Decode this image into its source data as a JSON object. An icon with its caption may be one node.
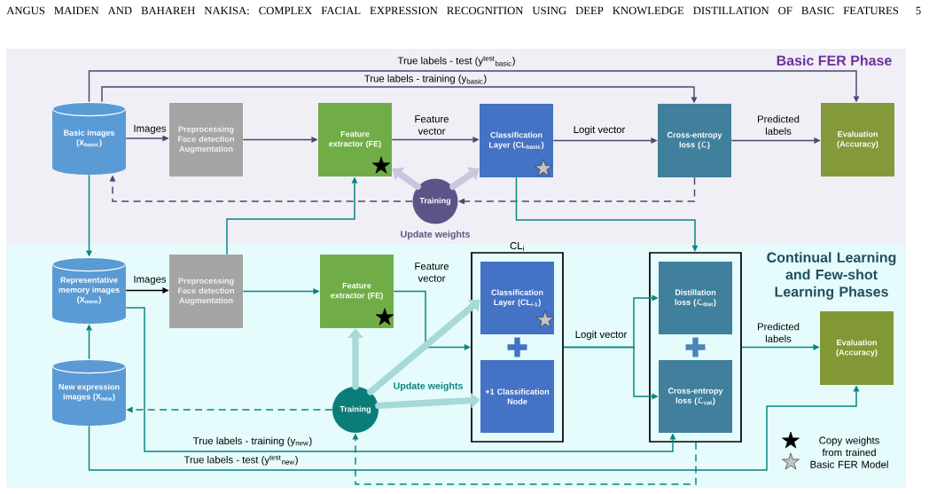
{
  "diagram": {
    "nodes": [
      {
        "text": [
          "Basic FER Phase"
        ]
      },
      {
        "text": [
          "Basic images (X$_{basic}$)"
        ],
        "in": 0
      },
      {
        "text": [
          "Preprocessing Face detection Augmentation"
        ],
        "in": 0
      },
      {
        "text": [
          "Feature extractor (FE)"
        ],
        "in": 0
      },
      {
        "text": [
          "Classification Layer (CL$_{basic}$)"
        ],
        "in": 0
      },
      {
        "text": [
          "Cross-entropy loss (ℒ)"
        ],
        "in": 0
      },
      {
        "text": [
          "Evaluation (Accuracy)"
        ],
        "in": 0
      },
      {
        "text": [
          "Training"
        ],
        "beside": [
          "Update weights"
        ],
        "in": 0
      },
      {
        "text": [
          "Continual Learning and Few-shot Learning Phases"
        ]
      },
      {
        "text": [
          "Representative memory images (X$_{mem}$)"
        ],
        "in": 8
      },
      {
        "text": [
          "Preprocessing Face detection Augmentation"
        ],
        "in": 8
      },
      {
        "text": [
          "Feature extractor (FE)"
        ],
        "in": 8
      },
      {
        "text": [
          "CL$_{i}$"
        ],
        "in": 8
      },
      {
        "text": [
          "Classification Layer (CL$_{i-1}$)"
        ],
        "in": 12
      },
      {
        "text": [
          "+1 Classification Node"
        ],
        "in": 12
      },
      {
        "text": [],
        "shape": "box",
        "in": 8
      },
      {
        "text": [
          "Distillation loss (ℒ$_{dist}$)"
        ],
        "in": 15
      },
      {
        "text": [
          "Cross-entropy loss (ℒ$_{cat}$)"
        ],
        "in": 15
      },
      {
        "text": [
          "Evaluation (Accuracy)"
        ],
        "in": 8
      },
      {
        "text": [
          "New expression images (X$_{new}$)"
        ],
        "in": 8
      },
      {
        "text": [
          "Training"
        ],
        "beside": [
          "Update weights"
        ],
        "in": 8
      }
    ],
    "edges": [
      {
        "from": 1,
        "to": 2,
        "arrow": "to",
        "label": "Images",
        "color": "#4b4672"
      },
      {
        "from": 2,
        "to": 3,
        "arrow": "to",
        "color": "#4b4672"
      },
      {
        "from": 3,
        "to": 4,
        "arrow": "to",
        "label": "Feature vector",
        "color": "#4b4672"
      },
      {
        "from": 4,
        "to": 5,
        "arrow": "to",
        "label": "Logit vector",
        "color": "#4b4672"
      },
      {
        "from": 5,
        "to": 6,
        "arrow": "to",
        "label": "Predicted labels",
        "color": "#4b4672"
      },
      {
        "from": 1,
        "to": 6,
        "arrow": "to",
        "label": "True labels - test (y$^{test}$$_{basic}$)",
        "color": "#4b4672"
      },
      {
        "from": 1,
        "to": 5,
        "arrow": "to",
        "label": "True labels - training (y$_{basic}$)",
        "color": "#4b4672"
      },
      {
        "from": 5,
        "to": 7,
        "arrow": "to",
        "style": "dashed",
        "color": "#4b4672"
      },
      {
        "from": 7,
        "to": 1,
        "arrow": "to",
        "style": "dashed",
        "color": "#4b4672"
      },
      {
        "from": 7,
        "to": 3,
        "arrow": "to",
        "style": "thick",
        "color": "#c9c6de"
      },
      {
        "from": 7,
        "to": 4,
        "arrow": "to",
        "style": "thick",
        "color": "#c9c6de"
      },
      {
        "from": 1,
        "to": 9,
        "arrow": "to"
      },
      {
        "from": 10,
        "to": 3,
        "arrow": "to"
      },
      {
        "from": 9,
        "to": 10,
        "arrow": "to",
        "label": "Images",
        "color": "#000000"
      },
      {
        "from": 10,
        "to": 11,
        "arrow": "to"
      },
      {
        "from": 11,
        "to": 12,
        "arrow": "to",
        "label": "Feature vector"
      },
      {
        "from": 12,
        "to": 16,
        "arrow": "to",
        "label": "Logit vector"
      },
      {
        "from": 12,
        "to": 17,
        "arrow": "to"
      },
      {
        "from": 15,
        "to": 18,
        "arrow": "to",
        "label": "Predicted labels"
      },
      {
        "from": 4,
        "to": 15,
        "arrow": "to"
      },
      {
        "from": 19,
        "to": 9,
        "arrow": "to"
      },
      {
        "from": 20,
        "to": 19,
        "arrow": "to",
        "style": "dashed"
      },
      {
        "from": 20,
        "to": 11,
        "arrow": "to",
        "style": "thick",
        "color": "#a7d9d8"
      },
      {
        "from": 20,
        "to": 13,
        "arrow": "to",
        "style": "thick",
        "color": "#a7d9d8"
      },
      {
        "from": 20,
        "to": 14,
        "arrow": "to",
        "style": "thick",
        "color": "#a7d9d8"
      },
      {
        "from": 9,
        "to": 17,
        "arrow": "to",
        "label": "True labels - training (y$_{new}$)"
      },
      {
        "from": 19,
        "to": 18,
        "arrow": "to",
        "label": "True labels - test (y$^{test}$$_{new}$)"
      },
      {
        "from": 15,
        "to": 20,
        "arrow": "to",
        "style": "dashed"
      }
    ],
    "labels": [
      "ANGUS MAIDEN AND BAHAREH NAKISA: COMPLEX FACIAL EXPRESSION RECOGNITION USING DEEP KNOWLEDGE DISTILLATION OF BASIC FEATURES",
      "5"
    ],
    "legend": [
      {
        "text": "Copy weights from trained Basic FER Model"
      }
    ]
  }
}
